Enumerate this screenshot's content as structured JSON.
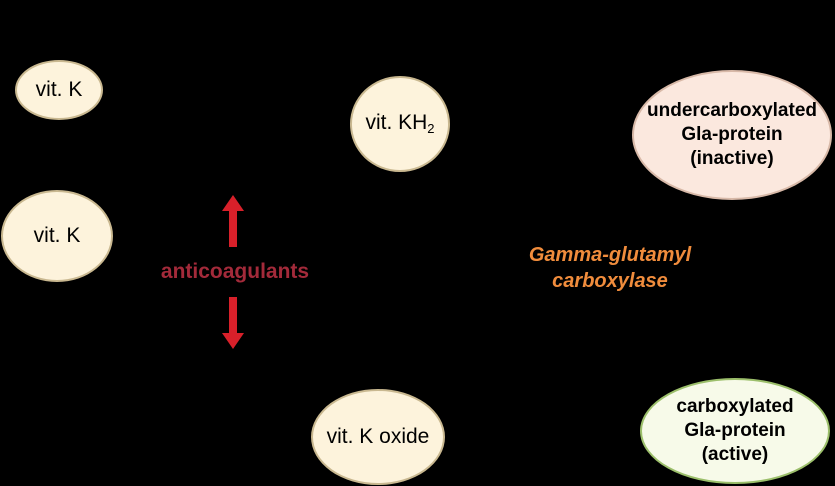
{
  "nodes": {
    "vit_k_top": "vit. K",
    "vit_k_left": "vit. K",
    "vit_kh2": {
      "text": "vit. KH",
      "sub": "2"
    },
    "vit_k_oxide": "vit. K oxide",
    "undercarboxylated": [
      "undercarboxylated",
      "Gla-protein",
      "(inactive)"
    ],
    "carboxylated": [
      "carboxylated",
      "Gla-protein",
      "(active)"
    ]
  },
  "labels": {
    "anticoagulants": "anticoagulants",
    "enzyme": [
      "Gamma-glutamyl",
      "carboxylase"
    ]
  },
  "colors": {
    "background": "#000000",
    "node_fill": "#fdf3dc",
    "inactive_fill": "#fbe8de",
    "active_fill": "#f7fae9",
    "active_border": "#9cbf6b",
    "anticoagulant_text": "#a32a3a",
    "arrow": "#d8202a",
    "enzyme_text": "#f08c3c"
  },
  "icons": {
    "up_arrow": "arrow-up-icon",
    "down_arrow": "arrow-down-icon"
  }
}
